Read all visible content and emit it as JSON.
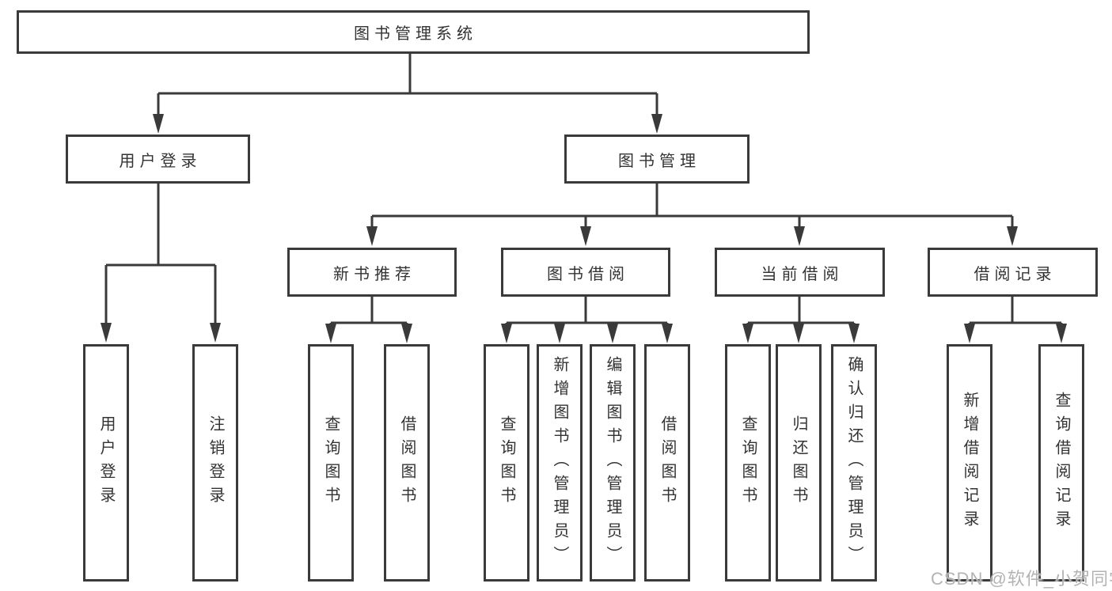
{
  "diagram": {
    "root": {
      "label": "图书管理系统"
    },
    "branches": [
      {
        "label": "用户登录",
        "children": [
          {
            "label": "用户登录"
          },
          {
            "label": "注销登录"
          }
        ]
      },
      {
        "label": "图书管理",
        "children": [
          {
            "label": "新书推荐",
            "children": [
              {
                "label": "查询图书"
              },
              {
                "label": "借阅图书"
              }
            ]
          },
          {
            "label": "图书借阅",
            "children": [
              {
                "label": "查询图书"
              },
              {
                "label": "新增图书（管理员）"
              },
              {
                "label": "编辑图书（管理员）"
              },
              {
                "label": "借阅图书"
              }
            ]
          },
          {
            "label": "当前借阅",
            "children": [
              {
                "label": "查询图书"
              },
              {
                "label": "归还图书"
              },
              {
                "label": "确认归还（管理员）"
              }
            ]
          },
          {
            "label": "借阅记录",
            "children": [
              {
                "label": "新增借阅记录"
              },
              {
                "label": "查询借阅记录"
              }
            ]
          }
        ]
      }
    ]
  },
  "watermark": {
    "text": "CSDN @软件_小贺同学"
  },
  "colors": {
    "line": "#3a3a3a",
    "box_border": "#3a3a3a",
    "text": "#333333",
    "watermark": "#b3b3b3",
    "background": "#ffffff"
  }
}
